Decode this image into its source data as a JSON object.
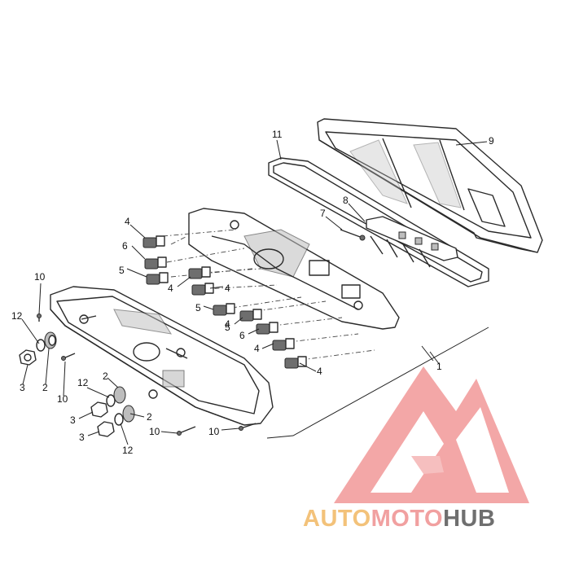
{
  "diagram": {
    "callouts": [
      {
        "id": "c1",
        "text": "1"
      },
      {
        "id": "c2a",
        "text": "2"
      },
      {
        "id": "c2b",
        "text": "2"
      },
      {
        "id": "c2c",
        "text": "2"
      },
      {
        "id": "c3a",
        "text": "3"
      },
      {
        "id": "c3b",
        "text": "3"
      },
      {
        "id": "c3c",
        "text": "3"
      },
      {
        "id": "c4a",
        "text": "4"
      },
      {
        "id": "c4b",
        "text": "4"
      },
      {
        "id": "c4c",
        "text": "4"
      },
      {
        "id": "c4d",
        "text": "4"
      },
      {
        "id": "c4e",
        "text": "4"
      },
      {
        "id": "c4f",
        "text": "4"
      },
      {
        "id": "c5a",
        "text": "5"
      },
      {
        "id": "c5b",
        "text": "5"
      },
      {
        "id": "c5c",
        "text": "5"
      },
      {
        "id": "c6a",
        "text": "6"
      },
      {
        "id": "c6b",
        "text": "6"
      },
      {
        "id": "c7",
        "text": "7"
      },
      {
        "id": "c8",
        "text": "8"
      },
      {
        "id": "c9",
        "text": "9"
      },
      {
        "id": "c10a",
        "text": "10"
      },
      {
        "id": "c10b",
        "text": "10"
      },
      {
        "id": "c10c",
        "text": "10"
      },
      {
        "id": "c10d",
        "text": "10"
      },
      {
        "id": "c11",
        "text": "11"
      },
      {
        "id": "c12a",
        "text": "12"
      },
      {
        "id": "c12b",
        "text": "12"
      },
      {
        "id": "c12c",
        "text": "12"
      }
    ]
  },
  "watermark": {
    "part1": "AUTO",
    "part2": "MOTO",
    "part3": "HUB",
    "colors": {
      "part1": "#f3c27a",
      "part2": "#f1a0a0",
      "part3": "#6f6f6f",
      "logo": "#f08c8c"
    }
  }
}
